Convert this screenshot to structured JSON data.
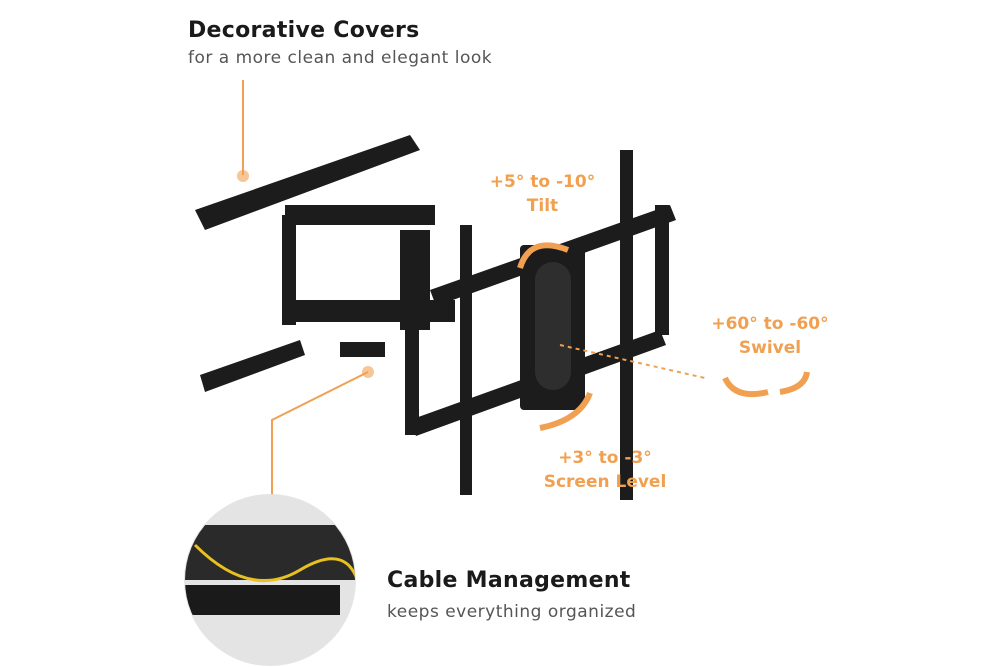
{
  "features": {
    "covers": {
      "title": "Decorative Covers",
      "subtitle": "for a more clean and elegant look"
    },
    "cable": {
      "title": "Cable Management",
      "subtitle": "keeps everything organized"
    }
  },
  "adjustments": {
    "tilt": {
      "range": "+5° to -10°",
      "label": "Tilt"
    },
    "swivel": {
      "range": "+60° to -60°",
      "label": "Swivel"
    },
    "level": {
      "range": "+3° to -3°",
      "label": "Screen Level"
    }
  },
  "colors": {
    "accent": "#f0a050",
    "mount": "#1c1c1c"
  }
}
